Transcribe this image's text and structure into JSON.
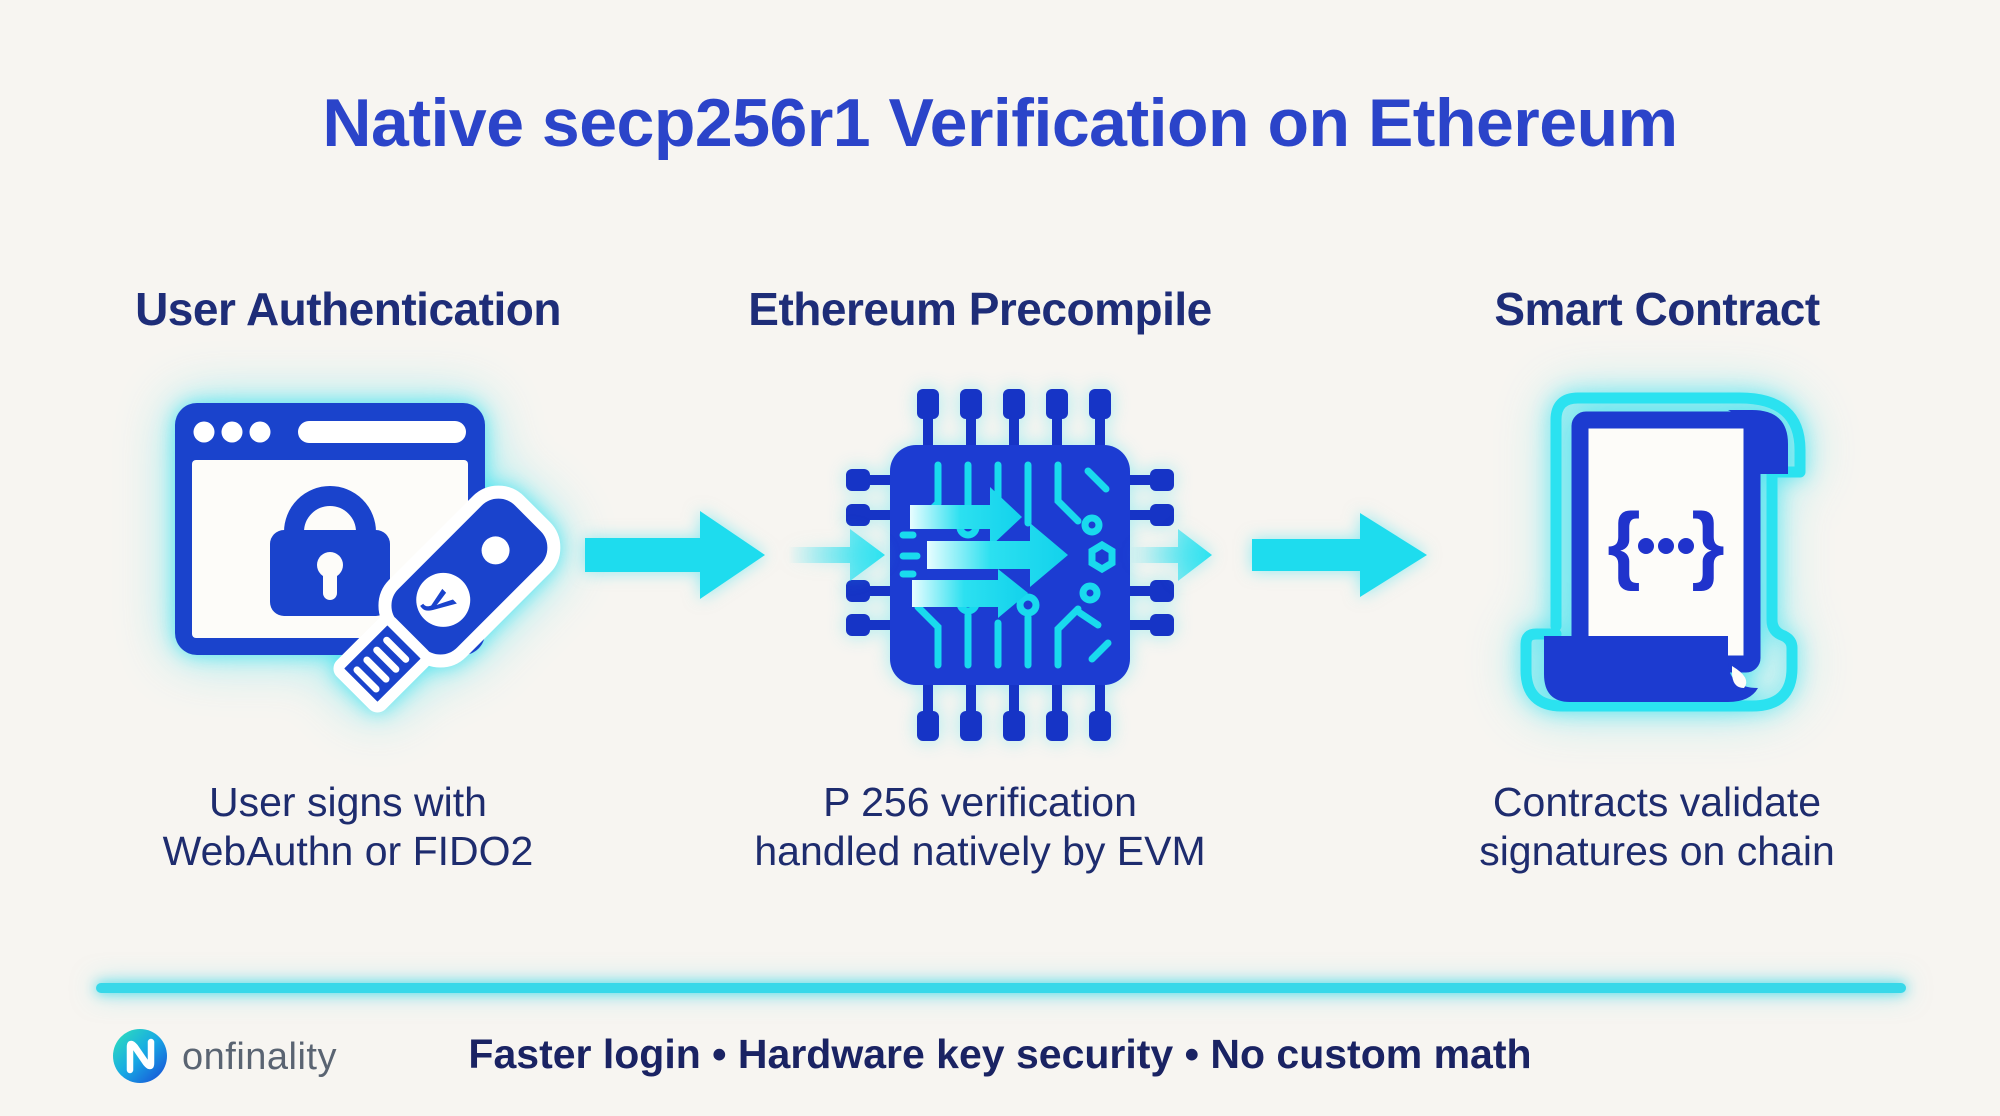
{
  "title": {
    "text": "Native secp256r1 Verification on Ethereum"
  },
  "columns": [
    {
      "heading": "User Authentication",
      "caption_line1": "User signs with",
      "caption_line2": "WebAuthn or FIDO2",
      "icon": "browser-security-key-icon"
    },
    {
      "heading": "Ethereum Precompile",
      "caption_line1": "P 256 verification",
      "caption_line2": "handled natively by EVM",
      "icon": "evm-chip-icon"
    },
    {
      "heading": "Smart Contract",
      "caption_line1": "Contracts validate",
      "caption_line2": "signatures on chain",
      "icon": "smart-contract-scroll-icon"
    }
  ],
  "icons": {
    "security_key_logo_glyph": "y",
    "contract_brace_open": "{",
    "contract_brace_close": "}",
    "flow": [
      "arrow-right-large",
      "arrow-right-small-faded",
      "arrow-right-small-faded",
      "arrow-right-large"
    ]
  },
  "footer": {
    "brand": "onfinality",
    "tagline": "Faster login • Hardware key security • No custom math"
  },
  "colors": {
    "background": "#f7f5f1",
    "title_blue": "#2b44c9",
    "heading_navy": "#1e2d78",
    "caption_navy": "#1e2c6e",
    "icon_blue": "#1a43cc",
    "chip_blue": "#1c3cd2",
    "pin_blue": "#1634c6",
    "circuit_cyan": "#19daee",
    "arrow_cyan": "#1edcee",
    "divider_cyan": "#38d8e9",
    "tagline_navy": "#1a2363",
    "brand_gray": "#5a6472",
    "logo_gradient_start": "#2fe3b8",
    "logo_gradient_end": "#1747d6"
  }
}
